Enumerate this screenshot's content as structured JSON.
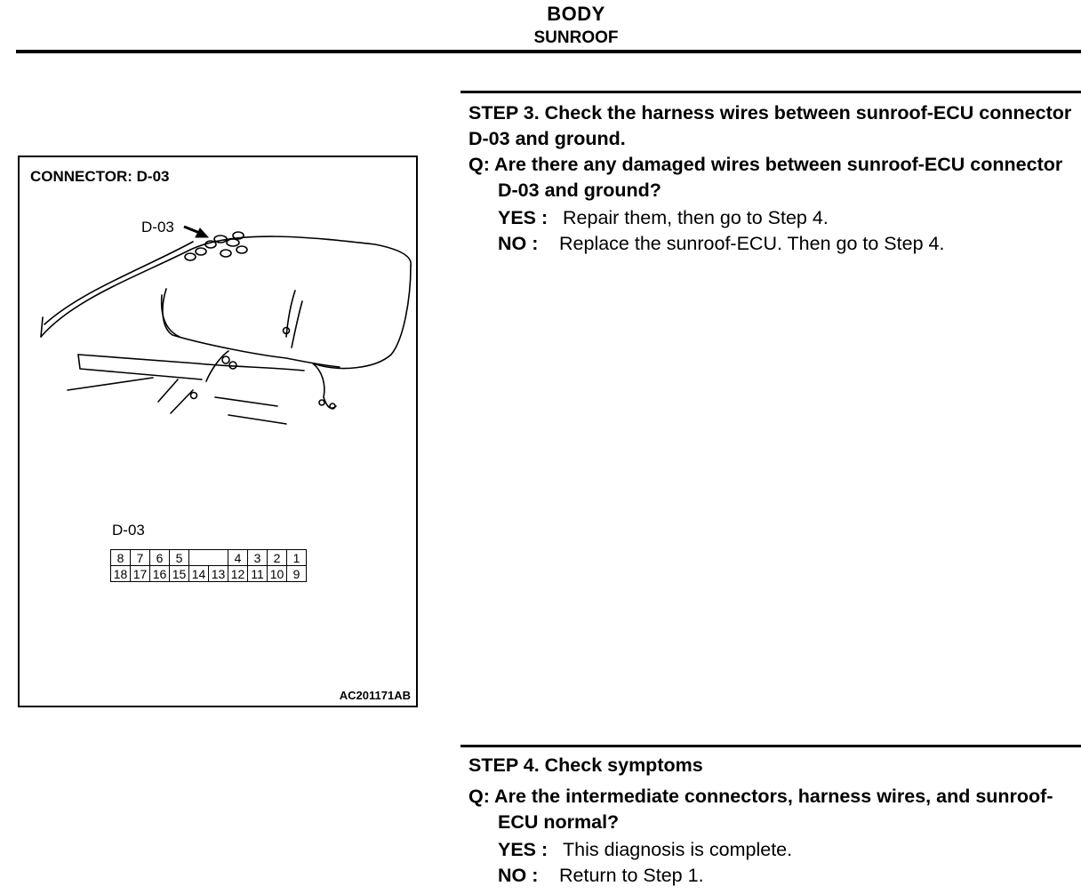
{
  "header": {
    "title": "BODY",
    "subtitle": "SUNROOF"
  },
  "figure": {
    "caption": "CONNECTOR: D-03",
    "pointer_label": "D-03",
    "connector_label": "D-03",
    "code": "AC201171AB",
    "pins_row1": [
      "8",
      "7",
      "6",
      "5",
      "",
      "",
      "4",
      "3",
      "2",
      "1"
    ],
    "pins_row2": [
      "18",
      "17",
      "16",
      "15",
      "14",
      "13",
      "12",
      "11",
      "10",
      "9"
    ]
  },
  "step3": {
    "title": "STEP 3. Check the harness wires between sunroof-ECU connector D-03 and ground.",
    "question": "Q: Are there any damaged wires between sunroof-ECU connector D-03 and ground?",
    "yes_key": "YES :",
    "yes_text": "Repair them, then go to Step 4.",
    "no_key": "NO :",
    "no_text": "Replace the sunroof-ECU. Then go to Step 4."
  },
  "step4": {
    "title": "STEP 4. Check symptoms",
    "question": "Q: Are the intermediate connectors, harness wires, and sunroof-ECU normal?",
    "yes_key": "YES :",
    "yes_text": "This diagnosis is complete.",
    "no_key": "NO :",
    "no_text": "Return to Step 1."
  }
}
